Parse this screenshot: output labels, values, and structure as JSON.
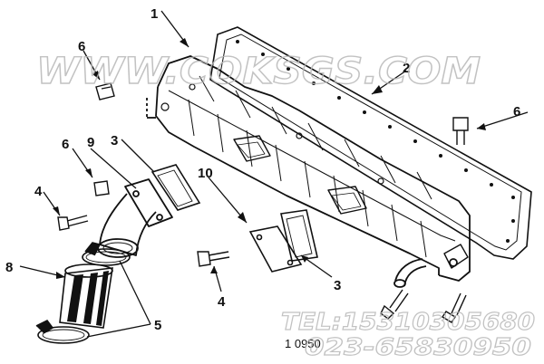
{
  "watermark": {
    "site": "WWW.COKSGS.COM",
    "phone1": "TEL:15310305680",
    "phone2": "023-65830950"
  },
  "callouts": [
    "1",
    "2",
    "3",
    "3",
    "4",
    "4",
    "5",
    "6",
    "6",
    "6",
    "8",
    "9",
    "10"
  ],
  "figure_number": "1 0950",
  "colors": {
    "line": "#111111",
    "watermark": "#c9c9c9"
  }
}
